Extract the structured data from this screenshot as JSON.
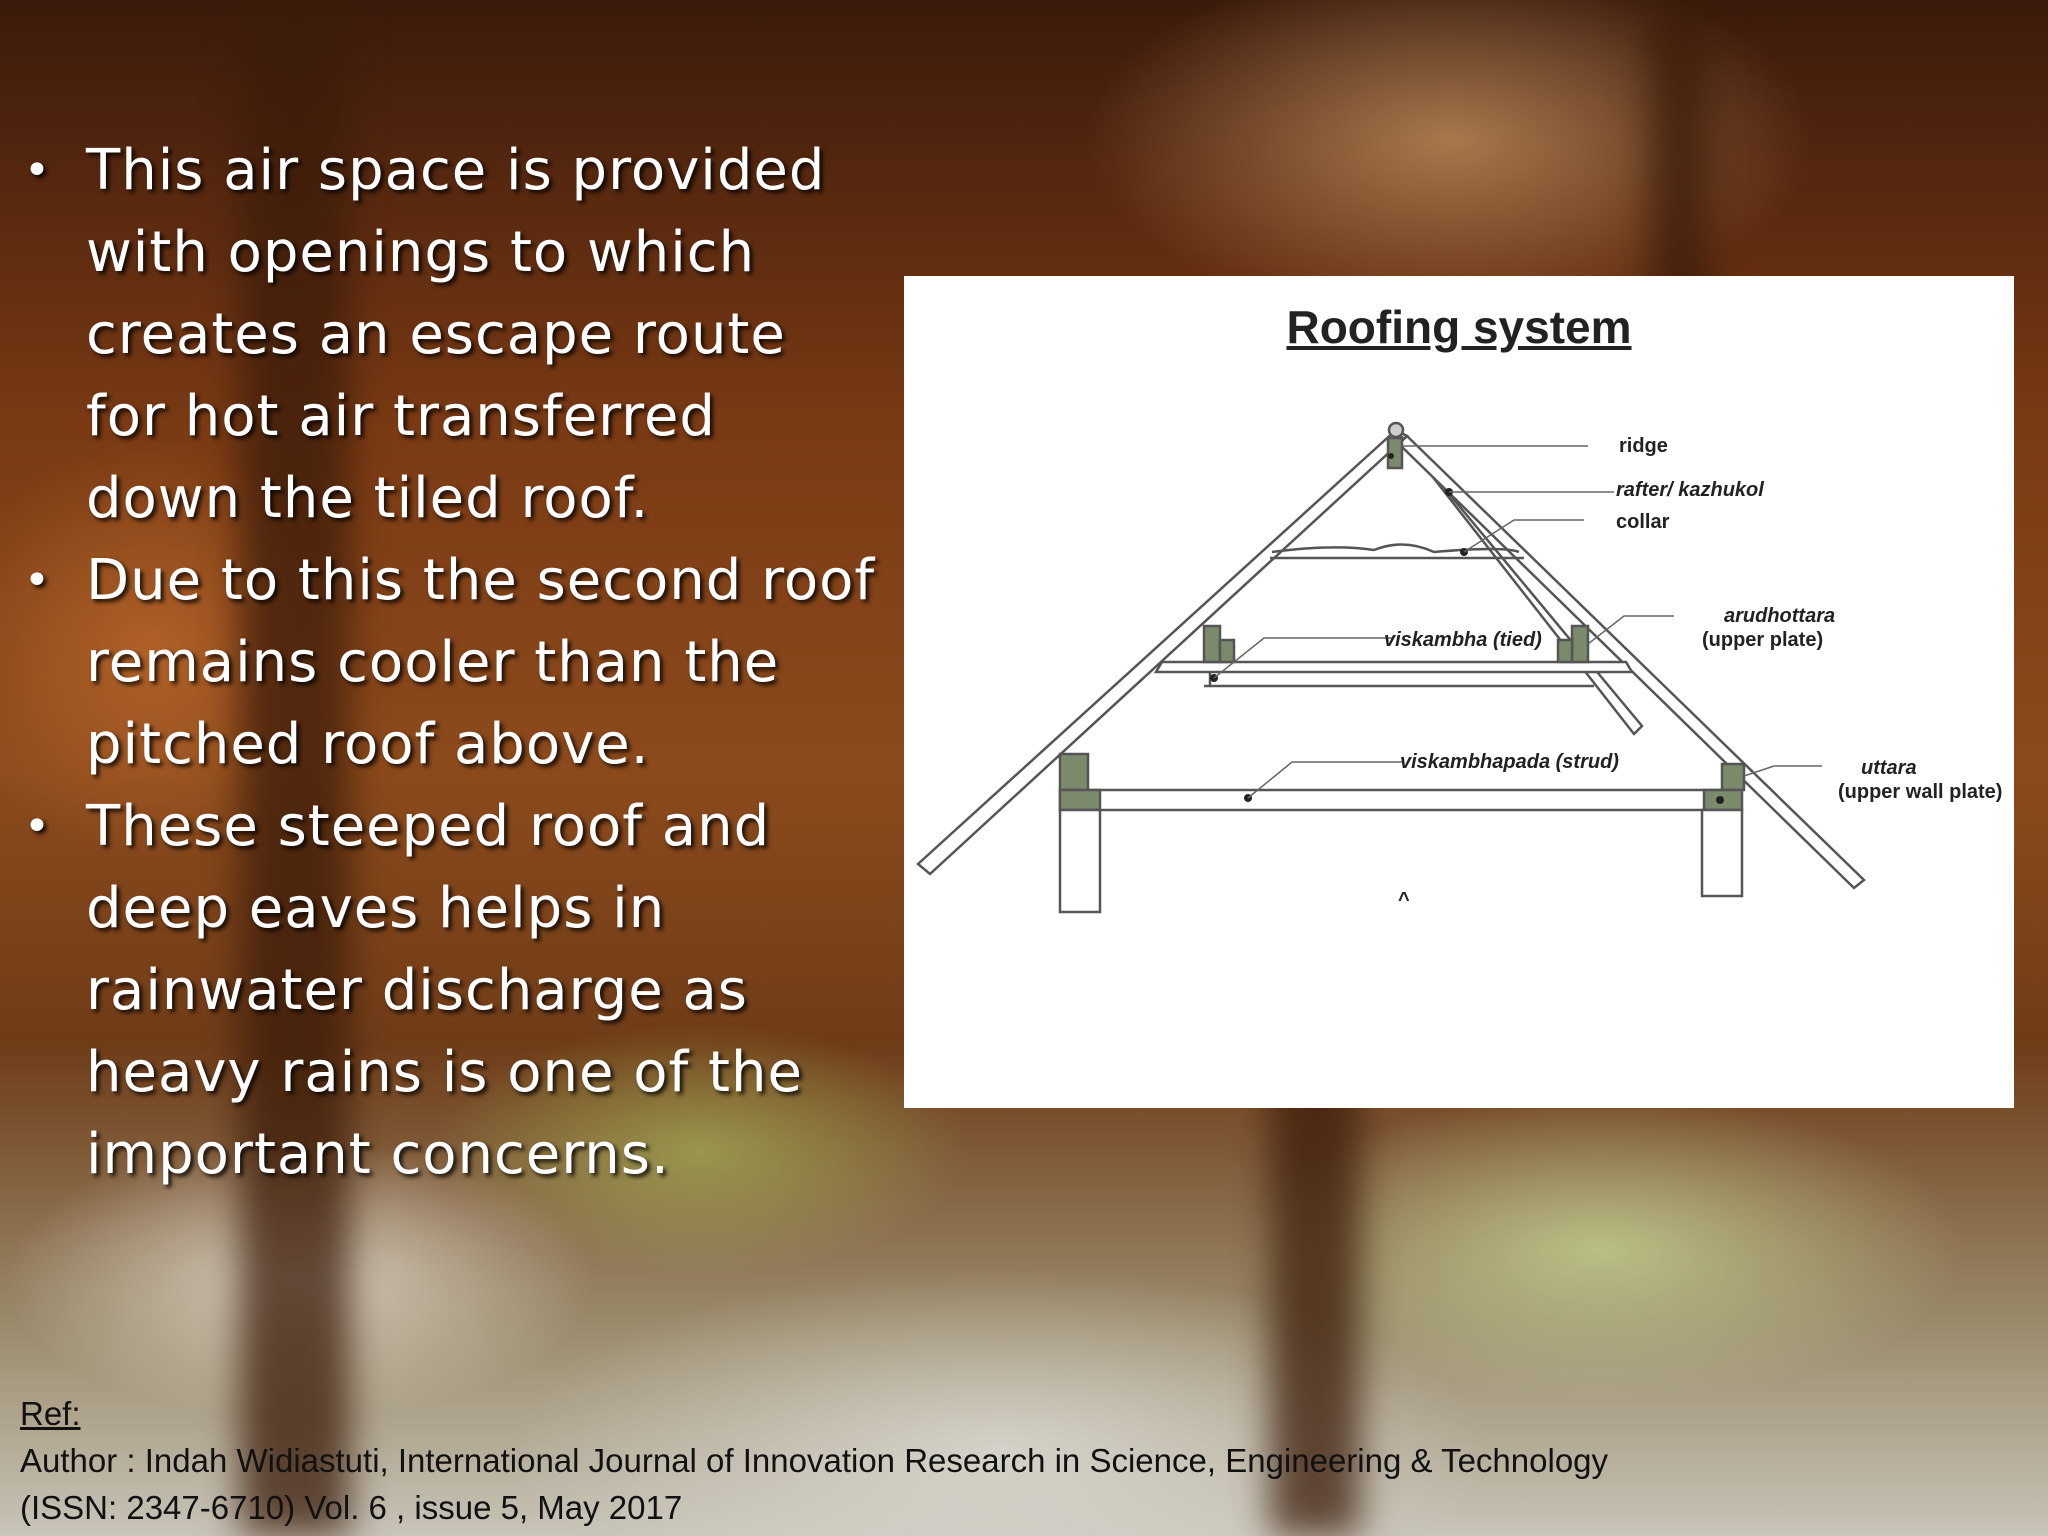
{
  "bullets": [
    {
      "text": "This air space is provided with openings to which creates an escape route for hot air transferred down the tiled roof."
    },
    {
      "text": "Due to this the second roof remains cooler than the pitched roof above."
    },
    {
      "text": "These steeped roof and deep eaves helps in rainwater discharge as heavy rains is one of the important concerns."
    }
  ],
  "bullet_symbol": "•",
  "figure": {
    "title": "Roofing system",
    "labels": {
      "ridge": "ridge",
      "rafter": "rafter/ kazhukol",
      "collar": "collar",
      "viskambha": "viskambha (tied)",
      "arudhottara_1": "arudhottara",
      "arudhottara_2": "(upper  plate)",
      "viskambhapada": "viskambhapada (strud)",
      "uttara_1": "uttara",
      "uttara_2": "(upper wall plate)",
      "caret": "^"
    }
  },
  "reference": {
    "title": "Ref:",
    "line1": "Author : Indah Widiastuti, International  Journal of Innovation Research in Science, Engineering & Technology",
    "line2": "(ISSN: 2347-6710) Vol. 6 , issue 5, May 2017"
  }
}
